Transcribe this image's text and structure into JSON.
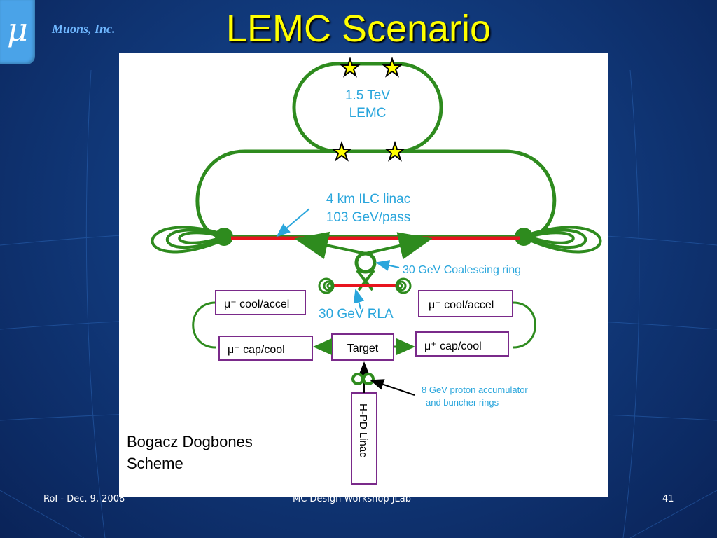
{
  "slide": {
    "title": "LEMC Scenario",
    "company": "Muons, Inc.",
    "logo_glyph": "μ"
  },
  "diagram": {
    "lemc_energy": "1.5 TeV",
    "lemc_name": "LEMC",
    "linac_line1": "4 km ILC linac",
    "linac_line2": "103 GeV/pass",
    "coalescing_ring": "30 GeV Coalescing ring",
    "rla": "30 GeV RLA",
    "mu_minus": "μ⁻",
    "mu_plus": "μ⁺",
    "cool_accel": "cool/accel",
    "cap_cool": "cap/cool",
    "target": "Target",
    "accumulator_line1": "8 GeV proton accumulator",
    "accumulator_line2": "and buncher rings",
    "hpd_linac": "H-PD Linac",
    "scheme_line1": "Bogacz Dogbones",
    "scheme_line2": "Scheme",
    "colors": {
      "beamline": "#2e8b1e",
      "linac": "#e8141e",
      "label_blue": "#2aa6dc",
      "box_border": "#7a2a8a"
    }
  },
  "footer": {
    "left": "RoI - Dec. 9, 2008",
    "center": "MC Design Workshop JLab",
    "page": "41"
  }
}
